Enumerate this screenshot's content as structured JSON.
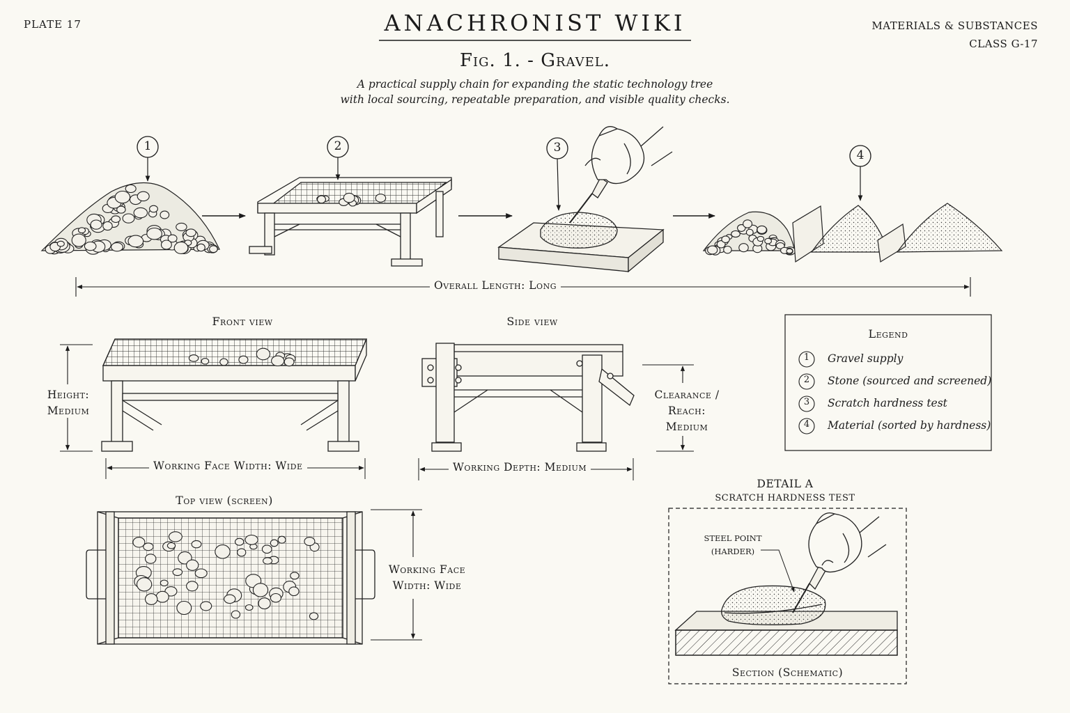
{
  "header": {
    "plate": "PLATE 17",
    "title": "ANACHRONIST WIKI",
    "category": "MATERIALS & SUBSTANCES",
    "class": "CLASS G-17"
  },
  "figure": {
    "title": "Fig. 1. - Gravel.",
    "subtitle_line1": "A practical supply chain for expanding the static technology tree",
    "subtitle_line2": "with local sourcing, repeatable preparation, and visible quality checks."
  },
  "process": {
    "steps": [
      "1",
      "2",
      "3",
      "4"
    ],
    "overall_length": "Overall Length: Long"
  },
  "views": {
    "front": "Front view",
    "side": "Side view",
    "top": "Top view (screen)",
    "height_line1": "Height:",
    "height_line2": "Medium",
    "working_face_width": "Working Face Width: Wide",
    "working_depth": "Working Depth: Medium",
    "clearance_line1": "Clearance /",
    "clearance_line2": "Reach:",
    "clearance_line3": "Medium",
    "top_width_line1": "Working Face",
    "top_width_line2": "Width: Wide"
  },
  "legend": {
    "title": "Legend",
    "items": [
      {
        "num": "1",
        "label": "Gravel supply"
      },
      {
        "num": "2",
        "label": "Stone (sourced and screened)"
      },
      {
        "num": "3",
        "label": "Scratch hardness test"
      },
      {
        "num": "4",
        "label": "Material (sorted by hardness)"
      }
    ]
  },
  "detail": {
    "title": "DETAIL A",
    "subtitle": "SCRATCH HARDNESS TEST",
    "callout_line1": "STEEL POINT",
    "callout_line2": "(HARDER)",
    "section": "Section (Schematic)"
  }
}
